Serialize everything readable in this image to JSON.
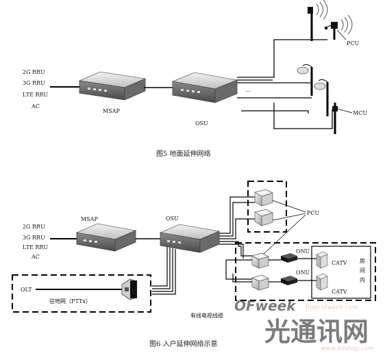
{
  "figure5": {
    "inputs": [
      "2G RRU",
      "3G RRU",
      "LTE RRU",
      "AC"
    ],
    "msap_label": "MSAP",
    "osu_label": "OSU",
    "ellipsis": "...",
    "pcu_label": "PCU",
    "mcu_label": "MCU",
    "caption": "图5   地面延伸网络"
  },
  "figure6": {
    "inputs": [
      "2G RRU",
      "3G RRU",
      "LTE RRU",
      "AC"
    ],
    "msap_label": "MSAP",
    "osu_label": "OSU",
    "pcu_label": "PCU",
    "onu_labels": [
      "ONU",
      "ONU"
    ],
    "catv_labels": [
      "CATV",
      "CATV"
    ],
    "room_label": "房\n间\n内",
    "olt_label": "OLT",
    "fttx_label": "驻地网（FTTx）",
    "cable_label": "有线电视线缆",
    "caption": "图6   入户延伸网络示意"
  },
  "watermark": {
    "brand_en": "OFweek",
    "url_top": "fiber.ofweek.com",
    "brand_cn": "光通讯网",
    "url_bottom": "www.edatop.com",
    "color": "#e05a3c"
  }
}
